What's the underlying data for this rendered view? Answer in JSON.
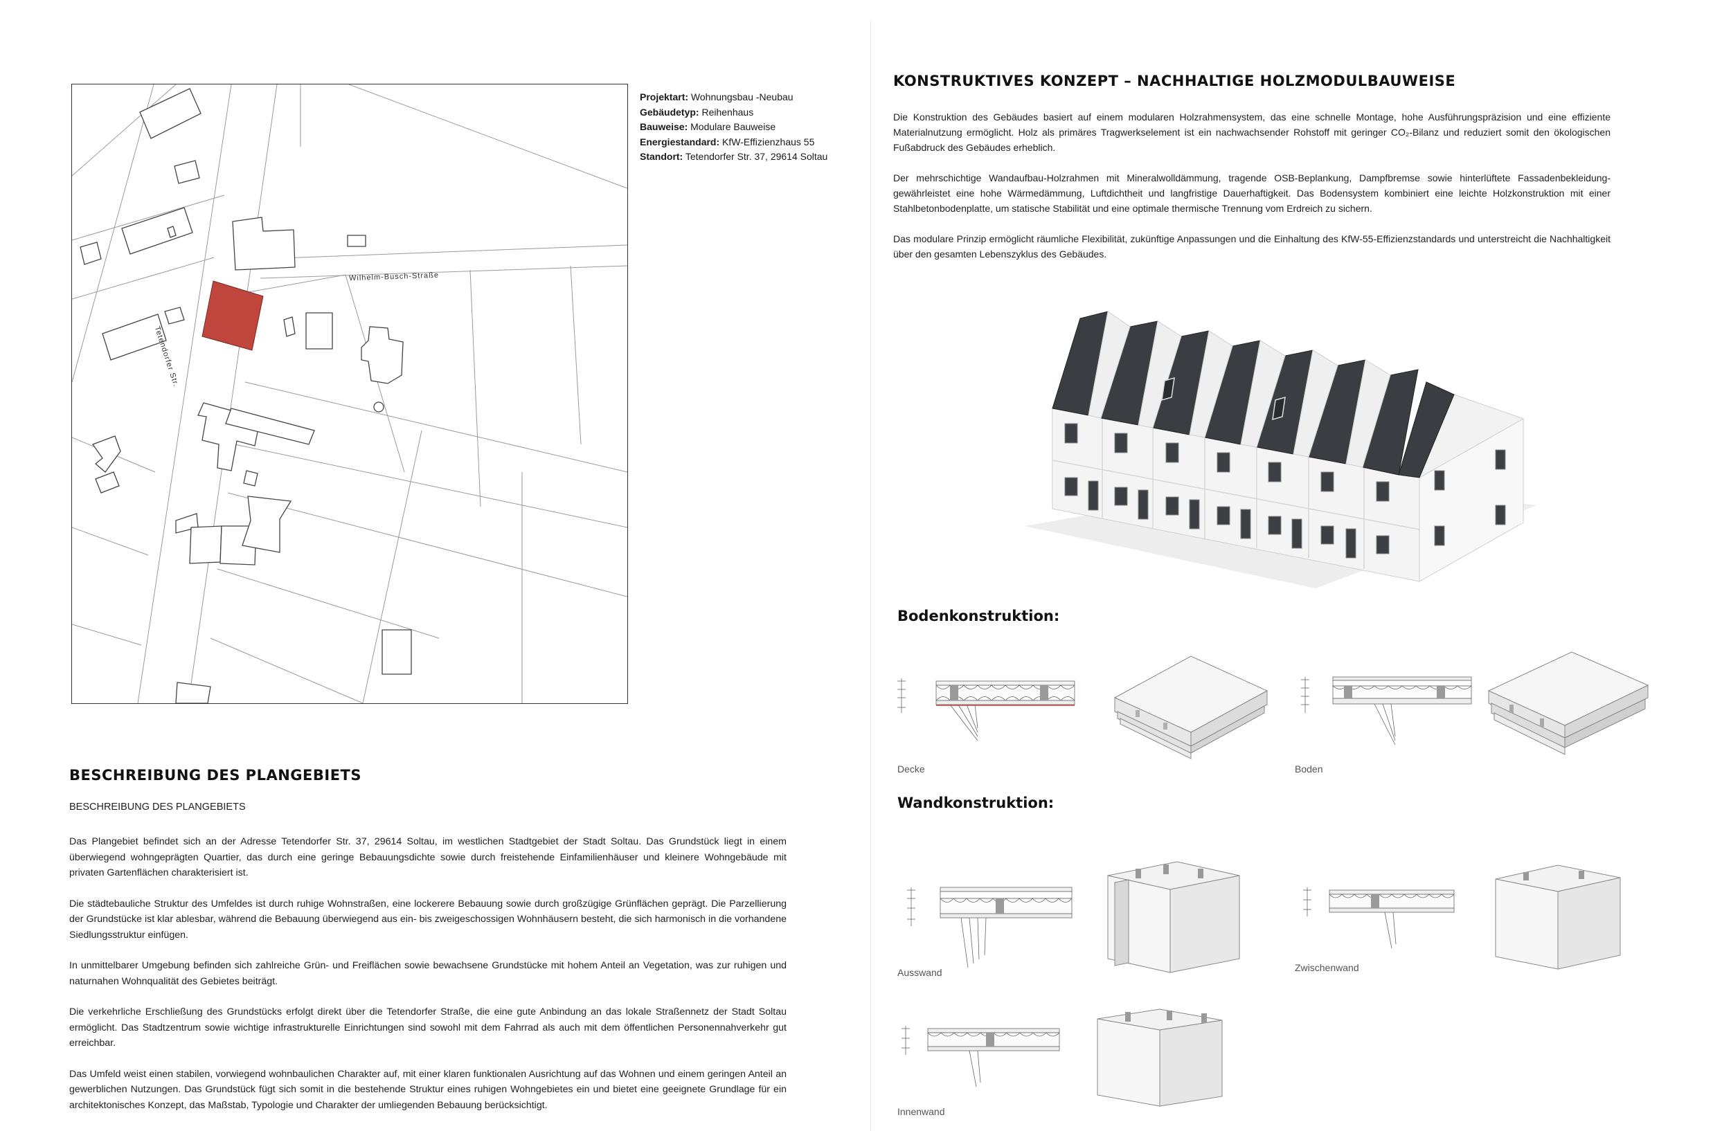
{
  "project_info": [
    {
      "label": "Projektart:",
      "value": "Wohnungsbau -Neubau"
    },
    {
      "label": "Gebäudetyp:",
      "value": "Reihenhaus"
    },
    {
      "label": "Bauweise:",
      "value": "Modulare Bauweise"
    },
    {
      "label": "Energiestandard:",
      "value": "KfW-Effizienzhaus 55"
    },
    {
      "label": "Standort:",
      "value": "Tetendorfer Str. 37, 29614 Soltau"
    }
  ],
  "map": {
    "street_main": "Tetendorfer Str.",
    "street_side": "Wilhelm-Busch-Straße",
    "plot_color": "#c0463d"
  },
  "left": {
    "title": "BESCHREIBUNG DES PLANGEBIETS",
    "subtitle": "BESCHREIBUNG DES PLANGEBIETS",
    "paragraphs": [
      "Das Plangebiet befindet sich an der Adresse Tetendorfer Str. 37, 29614 Soltau, im westlichen Stadtgebiet der Stadt Soltau. Das Grundstück liegt in einem überwiegend wohngeprägten Quartier, das durch eine geringe Bebauungsdichte sowie durch freistehende Einfamilienhäuser und kleinere Wohngebäude mit privaten Gartenflächen charakterisiert ist.",
      "Die städtebauliche Struktur des Umfeldes ist durch ruhige Wohnstraßen, eine lockerere Bebauung sowie durch großzügige Grünflächen geprägt. Die Parzellierung der Grundstücke ist klar ablesbar, während die Bebauung überwiegend aus ein- bis zweigeschossigen Wohnhäusern besteht, die sich harmonisch in die vorhandene Siedlungsstruktur einfügen.",
      "In unmittelbarer Umgebung befinden sich zahlreiche Grün- und Freiflächen sowie bewachsene Grundstücke mit hohem Anteil an Vegetation, was zur ruhigen und naturnahen Wohnqualität des Gebietes beiträgt.",
      "Die verkehrliche Erschließung des Grundstücks erfolgt direkt über die Tetendorfer Straße, die eine gute Anbindung an das lokale Straßennetz der Stadt Soltau ermöglicht. Das Stadtzentrum sowie wichtige infrastrukturelle Einrichtungen sind sowohl mit dem Fahrrad als auch mit dem öffentlichen Personennahverkehr gut erreichbar.",
      "Das Umfeld weist einen stabilen, vorwiegend wohnbaulichen Charakter auf, mit einer klaren funktionalen Ausrichtung auf das Wohnen und einem geringen Anteil an gewerblichen Nutzungen. Das Grundstück fügt sich somit in die bestehende Struktur eines ruhigen Wohngebietes ein und bietet eine geeignete Grundlage für ein architektonisches Konzept, das Maßstab, Typologie und Charakter der umliegenden Bebauung berücksichtigt."
    ]
  },
  "right": {
    "title": "KONSTRUKTIVES KONZEPT – NACHHALTIGE HOLZMODULBAUWEISE",
    "paragraphs": [
      "Die Konstruktion des Gebäudes basiert auf einem modularen Holzrahmensystem, das eine schnelle Montage, hohe Ausführungspräzision und eine effiziente Materialnutzung ermöglicht. Holz als primäres Tragwerkselement ist ein nachwachsender Rohstoff mit geringer CO₂-Bilanz und reduziert somit den ökologischen Fußabdruck des Gebäudes erheblich.",
      "Der mehrschichtige Wandaufbau-Holzrahmen mit Mineralwolldämmung, tragende OSB-Beplankung, Dampfbremse sowie hinterlüftete Fassadenbekleidung-gewährleistet eine hohe Wärmedämmung, Luftdichtheit und langfristige Dauerhaftigkeit. Das Bodensystem kombiniert eine leichte Holzkonstruktion mit einer Stahlbetonbodenplatte, um statische Stabilität und eine optimale thermische Trennung vom Erdreich zu sichern.",
      "Das modulare Prinzip ermöglicht räumliche Flexibilität, zukünftige Anpassungen und die Einhaltung des KfW-55-Effizienzstandards und unterstreicht die Nachhaltigkeit über den gesamten Lebenszyklus des Gebäudes."
    ],
    "boden_title": "Bodenkonstruktion:",
    "wand_title": "Wandkonstruktion:",
    "captions": {
      "decke": "Decke",
      "boden": "Boden",
      "ausswand": "Ausswand",
      "zwischenwand": "Zwischenwand",
      "innenwand": "Innenwand"
    }
  }
}
